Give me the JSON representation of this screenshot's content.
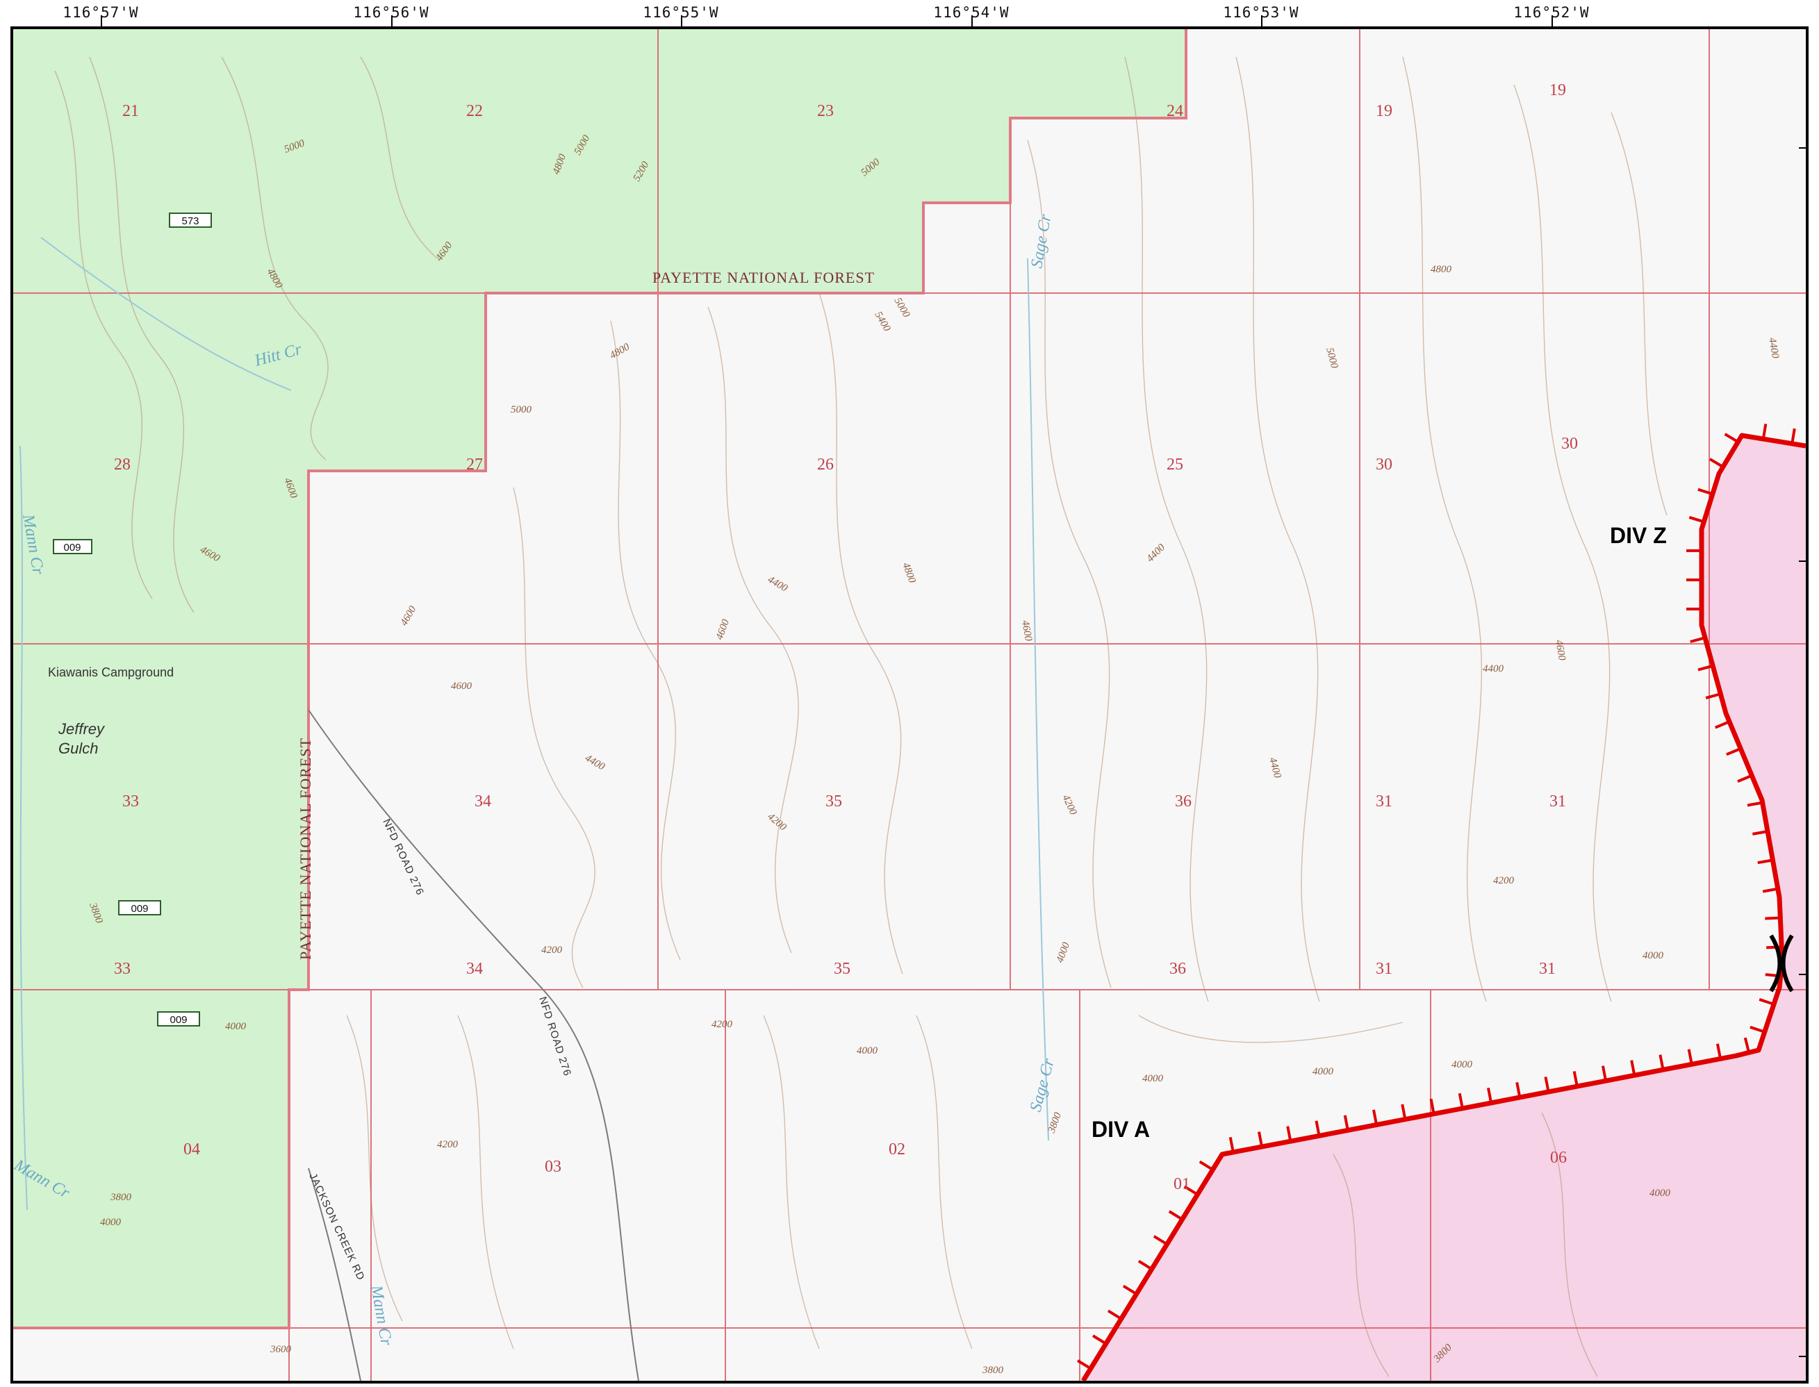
{
  "map": {
    "longitude_labels": [
      "116°57'W",
      "116°56'W",
      "116°55'W",
      "116°54'W",
      "116°53'W",
      "116°52'W"
    ],
    "colors": {
      "forest_fill": "#d3f2cf",
      "private_fill": "#f7f7f7",
      "fire_area_fill": "#f6d3e6",
      "section_line": "#d95a66",
      "fire_line": "#e00000",
      "contour": "#b48c6e",
      "water_label": "#6aa9c4",
      "section_text": "#c0404a"
    },
    "section_numbers": [
      "21",
      "22",
      "23",
      "24",
      "19",
      "19",
      "28",
      "27",
      "26",
      "25",
      "30",
      "30",
      "33",
      "34",
      "35",
      "36",
      "31",
      "31",
      "33",
      "34",
      "35",
      "36",
      "31",
      "31",
      "04",
      "03",
      "02",
      "01",
      "06"
    ],
    "contour_labels": [
      "5000",
      "4800",
      "4600",
      "4400",
      "4200",
      "4000",
      "3800",
      "3600",
      "5200",
      "5400"
    ],
    "ownership_labels": [
      "PAYETTE NATIONAL FOREST",
      "PAYETTE NATIONAL FOREST"
    ],
    "place_labels": {
      "campground": "Kiawanis Campground",
      "gulch_line1": "Jeffrey",
      "gulch_line2": "Gulch"
    },
    "stream_labels": {
      "hitt": "Hitt Cr",
      "sage_upper": "Sage Cr",
      "sage_lower": "Sage Cr",
      "mann_upper": "Mann Cr",
      "mann_lower": "Mann Cr",
      "mann_left": "Mann Cr"
    },
    "road_labels": {
      "nfd_276_upper": "NFD ROAD 276",
      "nfd_276_lower": "NFD ROAD 276",
      "jackson_creek": "JACKSON CREEK RD"
    },
    "route_shields": [
      "573",
      "009",
      "009",
      "009"
    ],
    "division_labels": [
      "DIV Z",
      "DIV A"
    ],
    "fire_line_icon": "fire-perimeter-line",
    "break_icon": "division-break-icon"
  }
}
